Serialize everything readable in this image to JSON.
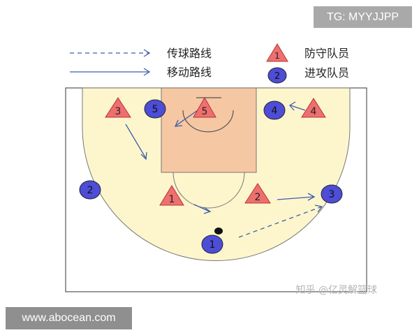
{
  "watermark_tag": "TG: MYYJJPP",
  "site_tag": "www.abocean.com",
  "zhihu_watermark": "知乎 @亿灵解篮球",
  "legend": {
    "pass_route": "传球路线",
    "move_route": "移动路线",
    "defender": "防守队员",
    "attacker": "进攻队员",
    "defender_icon_number": "1",
    "attacker_icon_number": "2"
  },
  "defenders": [
    {
      "number": "3"
    },
    {
      "number": "5"
    },
    {
      "number": "4"
    },
    {
      "number": "1"
    },
    {
      "number": "2"
    }
  ],
  "attackers": [
    {
      "number": "5"
    },
    {
      "number": "4"
    },
    {
      "number": "2"
    },
    {
      "number": "3"
    },
    {
      "number": "1"
    }
  ],
  "colors": {
    "court_fill": "#fdf6cc",
    "paint_fill": "#f6c7a3",
    "defender_fill": "#ee6f6f",
    "attacker_fill": "#4d4dd6",
    "arrow": "#3f5fa8"
  }
}
